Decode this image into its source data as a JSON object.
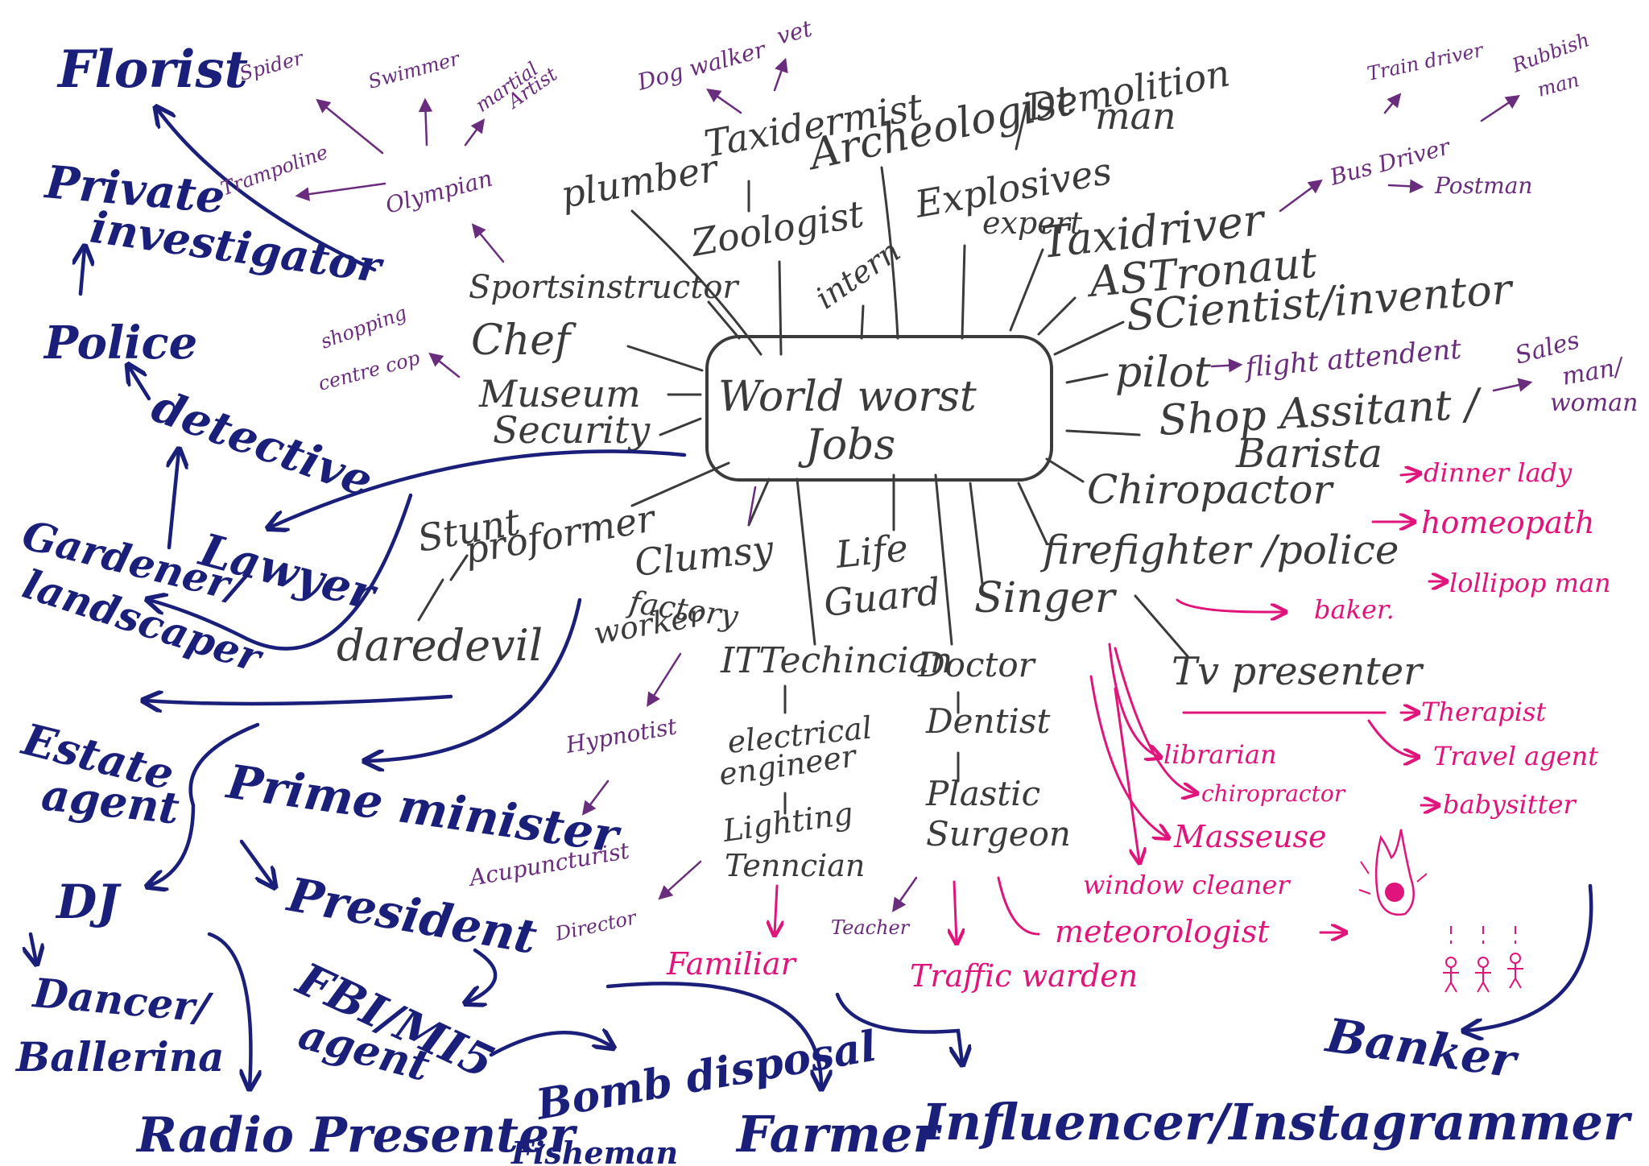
{
  "center": {
    "line1": "World worst",
    "line2": "Jobs"
  },
  "grey": {
    "plumber": "plumber",
    "taxidermist": "Taxidermist",
    "archeologist": "Archeologist",
    "demolition": "Demolition",
    "demolition2": "man",
    "explosives": "Explosives",
    "explosives2": "expert",
    "zoologist": "Zoologist",
    "intern": "intern",
    "taxidriver": "Taxidriver",
    "astronaut": "ASTronaut",
    "scientist": "SCientist/inventor",
    "pilot": "pilot",
    "shop": "Shop Assitant /",
    "barista": "Barista",
    "chiropactor": "Chiropactor",
    "firefighter": "firefighter /police",
    "singer": "Singer",
    "tv": "Tv presenter",
    "sports": "Sportsinstructor",
    "chef": "Chef",
    "museum": "Museum",
    "security": "Security",
    "stunt": "Stunt",
    "proformer": "proformer",
    "daredevil": "daredevil",
    "clumsy": "Clumsy",
    "factory": "factory",
    "worker": "worker",
    "life": "Life",
    "guard": "Guard",
    "it": "ITTechincian",
    "doctor": "Doctor",
    "dentist": "Dentist",
    "plastic": "Plastic",
    "surgeon": "Surgeon",
    "electrical": "electrical",
    "engineer": "engineer",
    "lighting": "Lighting",
    "technician": "Tenncian"
  },
  "navy": {
    "florist": "Florist",
    "private": "Private",
    "investigator": "investigator",
    "police": "Police",
    "detective": "detective",
    "lawyer": "Lawyer",
    "gardener": "Gardener/",
    "landscaper": "landscaper",
    "estate": "Estate",
    "agent": "agent",
    "pm": "Prime minister",
    "president": "President",
    "dj": "DJ",
    "dancer": "Dancer/",
    "ballerina": "Ballerina",
    "fbi": "FBI/MI5",
    "fbi2": "agent",
    "radio": "Radio Presenter",
    "bomb": "Bomb disposal",
    "fisherman": "Fisheman",
    "farmer": "Farmer",
    "influencer": "Influencer/Instagrammer",
    "banker": "Banker"
  },
  "purple": {
    "spider": "Spider",
    "swimmer": "Swimmer",
    "martial": "martial",
    "artist": "Artist",
    "trampoline": "Trampoline",
    "olympian": "Olympian",
    "dogwalker": "Dog walker",
    "vet": "vet",
    "shopping": "shopping",
    "centrecop": "centre cop",
    "trainDriver": "Train driver",
    "rubbish": "Rubbish",
    "rubbish2": "man",
    "busDriver": "Bus Driver",
    "postman": "Postman",
    "flight": "flight attendent",
    "sales": "Sales",
    "sales2": "man/",
    "sales3": "woman",
    "hypnotist": "Hypnotist",
    "acupuncturist": "Acupuncturist",
    "director": "Director",
    "teacher": "Teacher"
  },
  "magenta": {
    "dinner": "dinner lady",
    "homeopath": "homeopath",
    "lollipop": "lollipop man",
    "baker": "baker.",
    "therapist": "Therapist",
    "travel": "Travel agent",
    "babysitter": "babysitter",
    "librarian": "librarian",
    "chiropractor": "chiropractor",
    "masseuse": "Masseuse",
    "window": "window cleaner",
    "meteorologist": "meteorologist",
    "familiar": "Familiar",
    "traffic": "Traffic warden"
  },
  "colors": {
    "grey": "#3b3b3b",
    "navy": "#1a1f7a",
    "purple": "#6a2c7d",
    "magenta": "#e0147a"
  }
}
